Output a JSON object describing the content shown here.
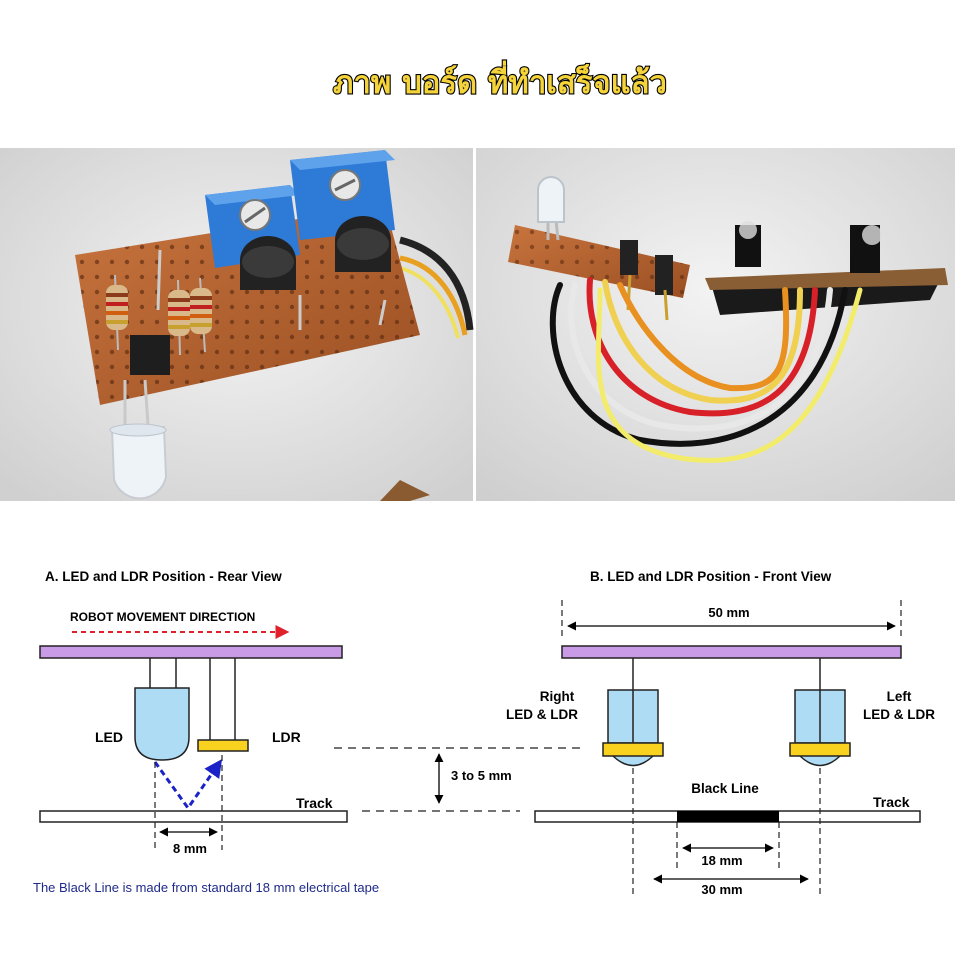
{
  "title": "ภาพ  บอร์ด ที่ทำเสร็จแล้ว",
  "colors": {
    "title_fill": "#f5d33a",
    "title_stroke": "#000000",
    "board_purple": "#c99be6",
    "led_blue": "#aedcf5",
    "ldr_yellow": "#f8d21e",
    "arrow_red": "#e0202a",
    "arrow_blue": "#1a22c8",
    "note_blue": "#1f2a8a",
    "black_line": "#000000"
  },
  "photos": {
    "left": {
      "subject": "perfboard with trimpots, resistors, transistors and LED"
    },
    "right": {
      "subject": "sensor boards joined by colored ribbon wires"
    }
  },
  "diagram_a": {
    "title": "A. LED and LDR Position - Rear View",
    "direction": "ROBOT MOVEMENT DIRECTION",
    "led": "LED",
    "ldr": "LDR",
    "track": "Track",
    "gap": "8 mm"
  },
  "middle": {
    "height": "3 to 5 mm"
  },
  "diagram_b": {
    "title": "B. LED and LDR Position - Front View",
    "width": "50 mm",
    "right_sensor": [
      "Right",
      "LED & LDR"
    ],
    "left_sensor": [
      "Left",
      "LED & LDR"
    ],
    "black_line": "Black Line",
    "track": "Track",
    "tape": "18 mm",
    "spacing": "30 mm"
  },
  "note": "The Black Line is made from standard 18 mm electrical tape"
}
